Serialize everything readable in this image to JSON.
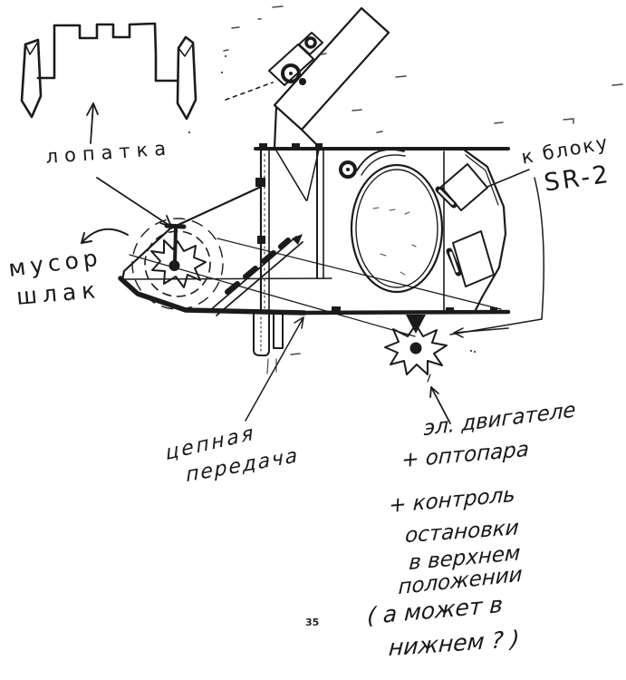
{
  "page": {
    "number": "35"
  },
  "colors": {
    "ink": "#1b1b1b",
    "paper": "#ffffff",
    "noise": "#4a4a4a"
  },
  "annotations": {
    "blade_label": "лопатка",
    "debris": {
      "line1": "мусор",
      "line2": "шлак"
    },
    "block": {
      "line1": "к блоку",
      "line2": "SR-2"
    },
    "chain_drive": {
      "line1": "цепная",
      "line2": "передача"
    },
    "motor_note": {
      "line1": "эл. двигателе",
      "line2": "+ оптопара",
      "line3": "+ контроль",
      "line4": "остановки",
      "line5": "в верхнем",
      "line6": "положении",
      "line7": "( а может в",
      "line8": "нижнем ? )"
    }
  }
}
